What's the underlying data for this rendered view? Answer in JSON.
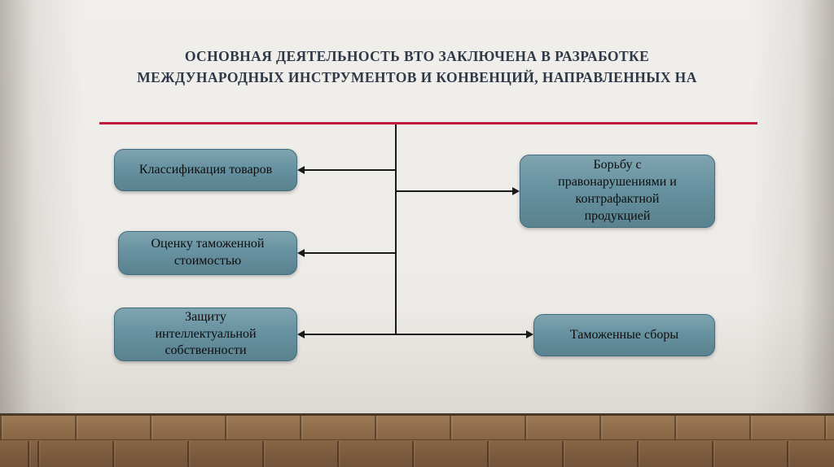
{
  "slide": {
    "title": "ОСНОВНАЯ ДЕЯТЕЛЬНОСТЬ ВТО ЗАКЛЮЧЕНА В РАЗРАБОТКЕ\nМЕЖДУНАРОДНЫХ ИНСТРУМЕНТОВ И КОНВЕНЦИЙ, НАПРАВЛЕННЫХ НА",
    "nodes": {
      "left": [
        "Классификация товаров",
        "Оценку таможенной\nстоимостью",
        "Защиту\nинтеллектуальной\nсобственности"
      ],
      "right": [
        "Борьбу с\nправонарушениями и\nконтрафактной\nпродукцией",
        "Таможенные сборы"
      ]
    },
    "colors": {
      "title_text": "#2e3847",
      "divider_red": "#c01d3e",
      "node_fill": "#64909f",
      "node_border": "#3f6d7d",
      "connector": "#1a1a1a"
    }
  }
}
